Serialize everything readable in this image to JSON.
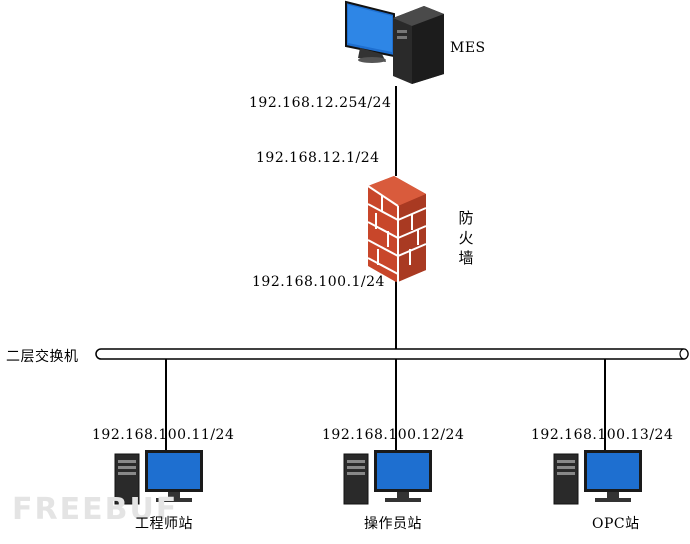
{
  "nodes": {
    "mes": {
      "label": "MES",
      "ip_above_link": "192.168.12.254/24"
    },
    "firewall": {
      "label": "防火墙",
      "ip_top": "192.168.12.1/24",
      "ip_bottom": "192.168.100.1/24"
    },
    "switch": {
      "label": "二层交换机"
    },
    "stations": [
      {
        "label": "工程师站",
        "ip": "192.168.100.11/24"
      },
      {
        "label": "操作员站",
        "ip": "192.168.100.12/24"
      },
      {
        "label": "OPC站",
        "ip": "192.168.100.13/24"
      }
    ]
  },
  "watermark": "FREEBUF",
  "colors": {
    "screen": "#1e6fd0",
    "tower": "#222222",
    "brick": "#c8462a",
    "mortar": "#ffffff"
  }
}
